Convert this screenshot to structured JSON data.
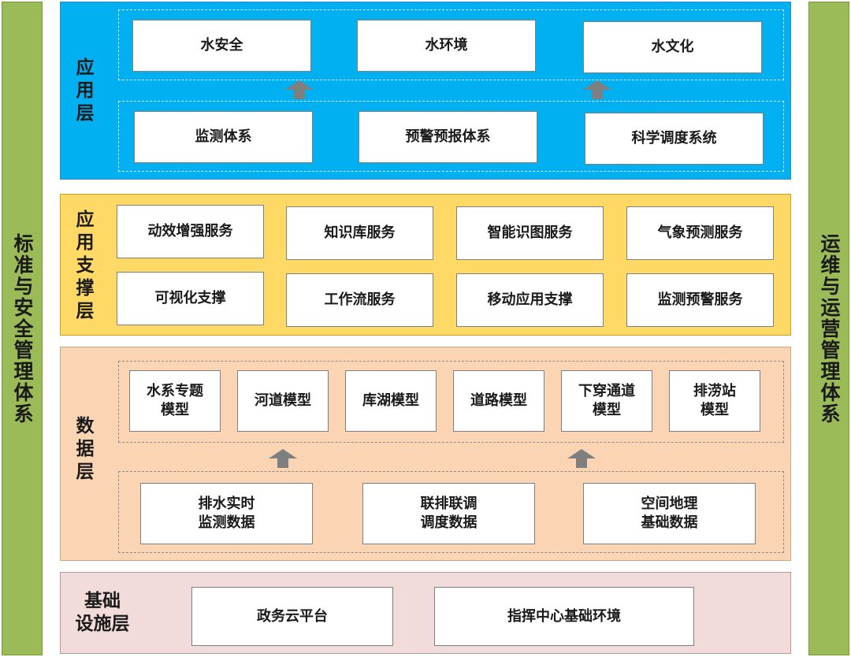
{
  "left_bar": {
    "text": "标准与安全管理体系"
  },
  "right_bar": {
    "text": "运维与运营管理体系"
  },
  "app_layer": {
    "label": "应\n用\n层",
    "top_boxes": [
      "水安全",
      "水环境",
      "水文化"
    ],
    "bottom_boxes": [
      "监测体系",
      "预警预报体系",
      "科学调度系统"
    ]
  },
  "support_layer": {
    "label": "应\n用\n支\n撑\n层",
    "row1": [
      "动效增强服务",
      "知识库服务",
      "智能识图服务",
      "气象预测服务"
    ],
    "row2": [
      "可视化支撑",
      "工作流服务",
      "移动应用支撑",
      "监测预警服务"
    ]
  },
  "data_layer": {
    "label": "数\n据\n层",
    "models": [
      "水系专题\n模型",
      "河道模型",
      "库湖模型",
      "道路模型",
      "下穿通道\n模型",
      "排涝站\n模型"
    ],
    "datasets": [
      "排水实时\n监测数据",
      "联排联调\n调度数据",
      "空间地理\n基础数据"
    ]
  },
  "infra_layer": {
    "label": "基础\n设施层",
    "boxes": [
      "政务云平台",
      "指挥中心基础环境"
    ]
  },
  "colors": {
    "side": "#9bbb59",
    "app": "#00b0f0",
    "support": "#ffd966",
    "data": "#fbd4b4",
    "infra": "#f2dcdb",
    "arrow": "#7f7f7f"
  }
}
